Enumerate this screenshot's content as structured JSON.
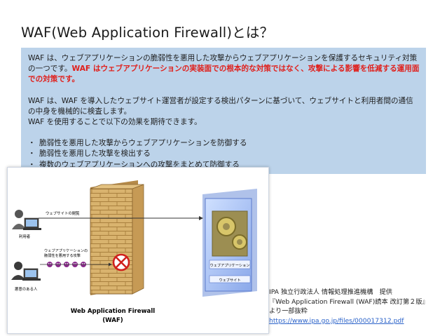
{
  "slide": {
    "title": "WAF(Web Application Firewall)とは？"
  },
  "box": {
    "para1_plain": "WAF は、ウェブアプリケーションの脆弱性を悪用した攻撃からウェブアプリケーションを保護するセキュリティ対策の一つです。",
    "para1_emphasis": "WAF はウェブアプリケーションの実装面での根本的な対策ではなく、攻撃による影響を低減する運用面での対策です。",
    "para2_line1": "WAF は、WAF を導入したウェブサイト運営者が設定する検出パターンに基づいて、ウェブサイトと利用者間の通信の中身を機械的に検査します。",
    "para2_line2": "WAF を使用することで以下の効果を期待できます。",
    "bullet_mark": "・",
    "bullets": [
      "脆弱性を悪用した攻撃からウェブアプリケーションを防御する",
      "脆弱性を悪用した攻撃を検出する",
      "複数のウェブアプリケーションへの攻撃をまとめて防御する"
    ]
  },
  "diagram": {
    "label_site_browse": "ウェブサイトの閲覧",
    "label_user": "利用者",
    "label_attack_line1": "ウェブアプリケーションの",
    "label_attack_line2": "脆弱性を悪用する攻撃",
    "label_attacker": "悪意のある人",
    "label_waf_line1": "Web Application Firewall",
    "label_waf_line2": "(WAF)",
    "label_webapp": "ウェブアプリケーション",
    "label_website": "ウェブサイト"
  },
  "credit": {
    "line1": "IPA 独立行政法人 情報処理推進機構　提供",
    "line2": "『Web Application Firewall (WAF)読本 改訂第２版』",
    "line3": "より一部抜粋",
    "url": "https://www.ipa.go.jp/files/000017312.pdf"
  },
  "colors": {
    "box_bg": "#bcd3ea",
    "emphasis_red": "#e0201c",
    "link_blue": "#2a62c9",
    "brick": "#d9b36e",
    "server_blue": "#6f8fd8"
  }
}
